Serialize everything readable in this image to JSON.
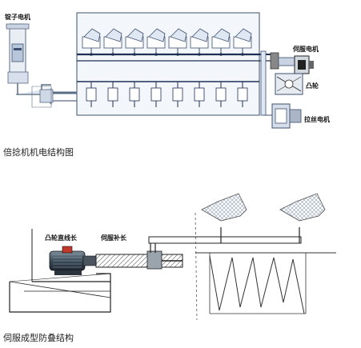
{
  "figure1": {
    "caption": "倍捻机机电结构图",
    "labels": {
      "spindle_motor": "锭子电机",
      "servo_motor": "伺服电机",
      "cam": "凸轮",
      "take_up_motor": "拉丝电机"
    }
  },
  "figure2": {
    "caption": "伺服成型防叠结构",
    "labels": {
      "cam_stroke": "凸轮直线长",
      "servo_compensation": "伺服补长"
    }
  }
}
